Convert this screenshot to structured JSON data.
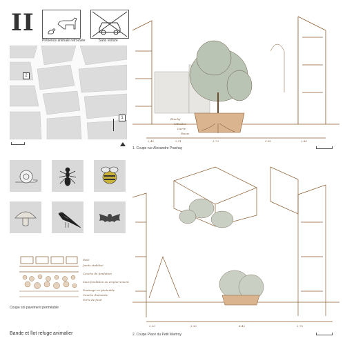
{
  "roman_numeral": "II",
  "header": {
    "animal_presence_caption": "Présence animale retrouvée",
    "no_car_caption": "Sans voiture"
  },
  "map": {
    "marker_1": "1",
    "marker_2": "2"
  },
  "section1": {
    "caption": "1. Coupe rue Alexandre Prachay",
    "dimensions": [
      "2,40",
      "2,51",
      "3,70",
      "5,50",
      "2,80"
    ],
    "annotations": [
      "Brachy",
      "Arbustes",
      "Lierre",
      "Faune"
    ]
  },
  "section2": {
    "caption": "2. Coupe Place du Petit Martroy",
    "dimensions": [
      "2,20",
      "3,30",
      "8,40",
      "2,70"
    ]
  },
  "soil": {
    "caption": "Coupe sol pavement perméable",
    "labels": [
      "Pavé",
      "Joints stabilisé",
      "Couche de fondation",
      "Sous fondation en empierrement",
      "Drainage en géotextile",
      "Couche drainante",
      "Terre de fond"
    ]
  },
  "bottom_title": "Bande et îlot refuge animalier",
  "colors": {
    "sketch": "#8b5a2b",
    "grey_block": "#d9d9d9",
    "tree": "#b9c4b5"
  }
}
